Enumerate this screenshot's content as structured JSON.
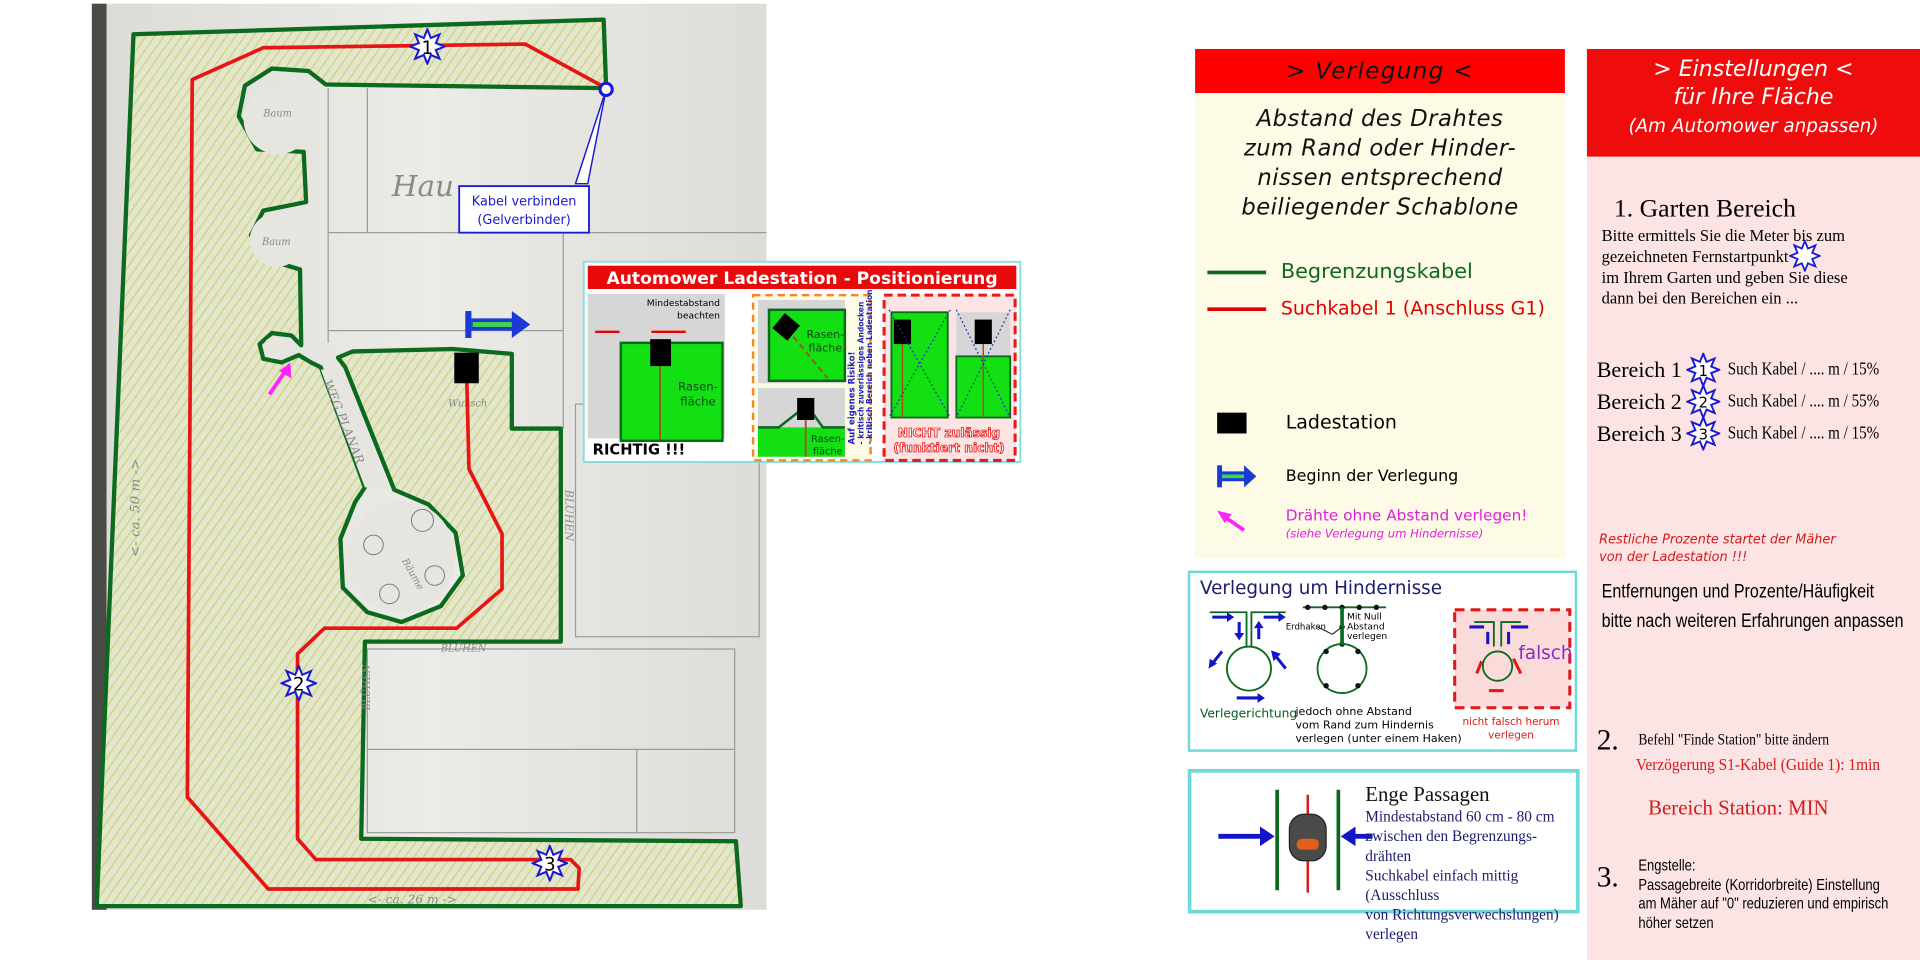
{
  "map": {
    "callout": [
      "Kabel verbinden",
      "(Gelverbinder)"
    ],
    "stars": [
      "1",
      "2",
      "3"
    ],
    "sketch_labels": {
      "haus": "Hau",
      "baum1": "Baum",
      "baum2": "Baum",
      "weg": "WEG PLANAR",
      "wunsch": "Wunsch",
      "laenge_links": "<- ca. 50 m ->",
      "laenge_unten": "<- ca. 26 m ->",
      "bluehen1": "BLÜHEN",
      "bluehen2": "BLÜHEN",
      "bluehen3": "BLÜHEN",
      "baeume": "Bäume"
    }
  },
  "ladestation": {
    "title": "Automower Ladestation - Positionierung",
    "mindestabstand": [
      "Mindestabstand",
      "beachten"
    ],
    "rasen": [
      "Rasen-",
      "fläche"
    ],
    "richtig": "RICHTIG !!!",
    "risk_lines": [
      "Auf eigenes Risiko!",
      "- kritisch zuverlässiges Andocken",
      "- kritisch Bereich neben Ladestation"
    ],
    "nicht": [
      "NICHT zulässig",
      "(funktiert nicht)"
    ]
  },
  "verlegung": {
    "header": "> Verlegung <",
    "subtitle": [
      "Abstand des Drahtes",
      "zum Rand oder Hinder-",
      "nissen entsprechend",
      "beiliegender Schablone"
    ],
    "legend": {
      "begrenzung": "Begrenzungskabel",
      "suchkabel": "Suchkabel 1 (Anschluss G1)",
      "ladestation": "Ladestation",
      "beginn": "Beginn der Verlegung",
      "draehte": "Drähte ohne Abstand verlegen!",
      "draehte_hint": "(siehe Verlegung um Hindernisse)"
    },
    "colors": {
      "begrenzung": "#0b6a1e",
      "suchkabel": "#e00000",
      "draehte": "#e020e0"
    }
  },
  "hindernisse": {
    "title": "Verlegung um Hindernisse",
    "verlegerichtung": "Verlegerichtung",
    "erdhaken": "Erdhaken",
    "mit_null": [
      "Mit Null",
      "Abstand",
      "verlegen"
    ],
    "jedoch": [
      "jedoch ohne Abstand",
      "vom Rand zum Hindernis",
      "verlegen (unter einem Haken)"
    ],
    "falsch": "falsch",
    "nicht_falsch": [
      "nicht falsch herum",
      "verlegen"
    ]
  },
  "enge": {
    "title": "Enge Passagen",
    "lines": [
      "Mindestabstand 60 cm - 80 cm",
      "zwischen den Begrenzungs-",
      "drähten",
      "Suchkabel einfach mittig (Ausschluss",
      "von Richtungsverwechslungen) verlegen"
    ]
  },
  "einstellungen": {
    "header": [
      "> Einstellungen <",
      "für Ihre Fläche",
      "(Am Automower anpassen)"
    ],
    "garten_title": "1. Garten Bereich",
    "garten_text": [
      "Bitte ermittels Sie die Meter bis zum",
      "gezeichneten Fernstartpunkt",
      "im Ihrem Garten und geben Sie diese",
      "dann bei den Bereichen ein ..."
    ],
    "bereiche": [
      {
        "label": "Bereich 1",
        "star": "1",
        "value": "Such Kabel / .... m / 15%"
      },
      {
        "label": "Bereich 2",
        "star": "2",
        "value": "Such Kabel / .... m / 55%"
      },
      {
        "label": "Bereich 3",
        "star": "3",
        "value": "Such Kabel / .... m / 15%"
      }
    ],
    "restliche": [
      "Restliche Prozente  startet der Mäher",
      "von der Ladestation !!!"
    ],
    "entfernungen": [
      "Entfernungen und Prozente/Häufigkeit",
      "bitte nach weiteren Erfahrungen anpassen"
    ],
    "step2_num": "2.",
    "step2_text": "Befehl \"Finde Station\" bitte ändern",
    "step2_red": "Verzögerung S1-Kabel (Guide 1): 1min",
    "station": "Bereich Station: MIN",
    "step3_num": "3.",
    "step3_lines": [
      "Engstelle:",
      "Passagebreite (Korridorbreite) Einstellung",
      "am Mäher auf \"0\" reduzieren und empirisch",
      "höher setzen"
    ]
  }
}
